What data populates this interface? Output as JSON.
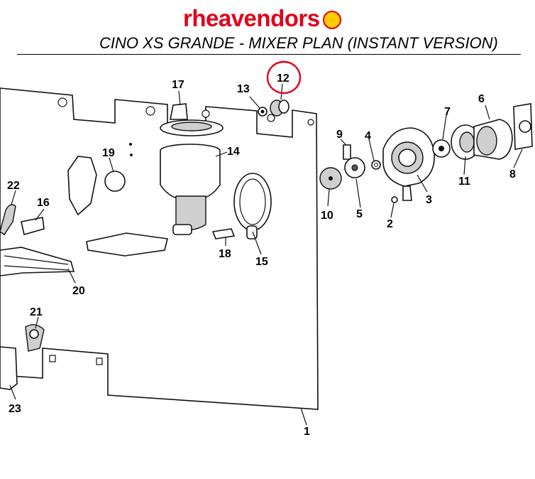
{
  "brand": {
    "name": "rheavendors",
    "text_color": "#e1001a",
    "dot_color": "#ffcc00"
  },
  "title": "CINO XS GRANDE - MIXER PLAN (INSTANT VERSION)",
  "highlight_color": "#e1001a",
  "part_labels": [
    "1",
    "2",
    "3",
    "4",
    "5",
    "6",
    "7",
    "8",
    "9",
    "10",
    "11",
    "12",
    "13",
    "14",
    "15",
    "16",
    "17",
    "18",
    "19",
    "20",
    "21",
    "22",
    "23"
  ],
  "highlighted_part": "12"
}
